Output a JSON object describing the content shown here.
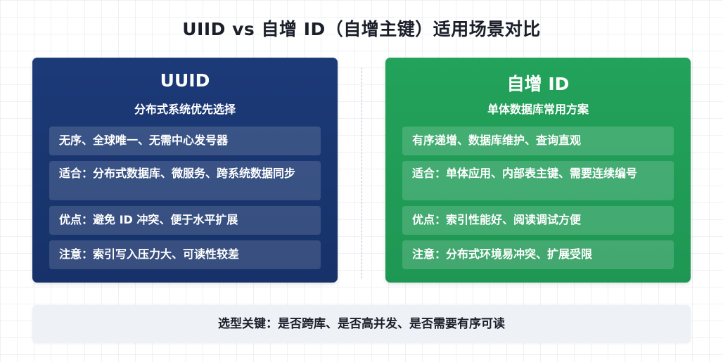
{
  "title": "UIID vs 自增 ID（自增主键）适用场景对比",
  "left": {
    "title": "UUID",
    "subtitle": "分布式系统优先选择",
    "items": [
      "无序、全球唯一、无需中心发号器",
      "适合：分布式数据库、微服务、跨系统数据同步",
      "优点：避免 ID 冲突、便于水平扩展",
      "注意：索引写入压力大、可读性较差"
    ]
  },
  "right": {
    "title": "自增 ID",
    "subtitle": "单体数据库常用方案",
    "items": [
      "有序递增、数据库维护、查询直观",
      "适合：单体应用、内部表主键、需要连续编号",
      "优点：索引性能好、阅读调试方便",
      "注意：分布式环境易冲突、扩展受限"
    ]
  },
  "footer": "选型关键：是否跨库、是否高并发、是否需要有序可读",
  "colors": {
    "left_panel": "#1c3a78",
    "right_panel": "#22a25a",
    "footer_bg": "#eef2f6"
  }
}
